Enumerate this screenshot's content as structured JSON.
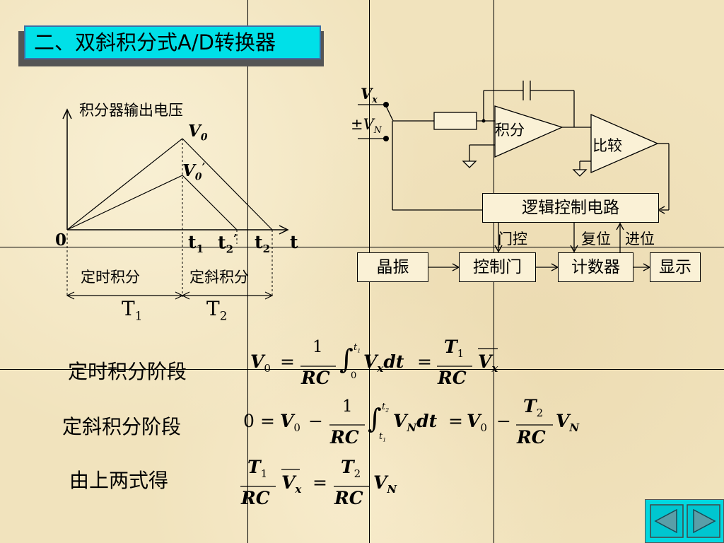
{
  "title": "二、双斜积分式A/D转换器",
  "waveform": {
    "ylabel": "积分器输出电压",
    "v0": "V",
    "v0_sub": "0",
    "v0p": "V",
    "v0p_sub": "0",
    "v0p_mark": "’",
    "origin": "0",
    "t1": "t",
    "t1_sub": "1",
    "t2p": "t",
    "t2p_sub": "2",
    "t2p_mark": "’",
    "t2": "t",
    "t2_sub": "2",
    "t_axis": "t",
    "phase1": "定时积分",
    "phase2": "定斜积分",
    "T1": "T",
    "T1_sub": "1",
    "T2": "T",
    "T2_sub": "2"
  },
  "circuit": {
    "vx": "V",
    "vx_sub": "x",
    "vn_pm": "±V",
    "vn_sub": "N",
    "integrator": "积分",
    "comparator": "比较",
    "logic": "逻辑控制电路",
    "gate_ctrl": "门控",
    "reset": "复位",
    "carry": "进位",
    "osc": "晶振",
    "ctrl_gate": "控制门",
    "counter": "计数器",
    "display": "显示"
  },
  "formulas": {
    "f1_label": "定时积分阶段",
    "f2_label": "定斜积分阶段",
    "f3_label": "由上两式得"
  },
  "nav": {
    "prev": "previous-slide",
    "next": "next-slide"
  }
}
